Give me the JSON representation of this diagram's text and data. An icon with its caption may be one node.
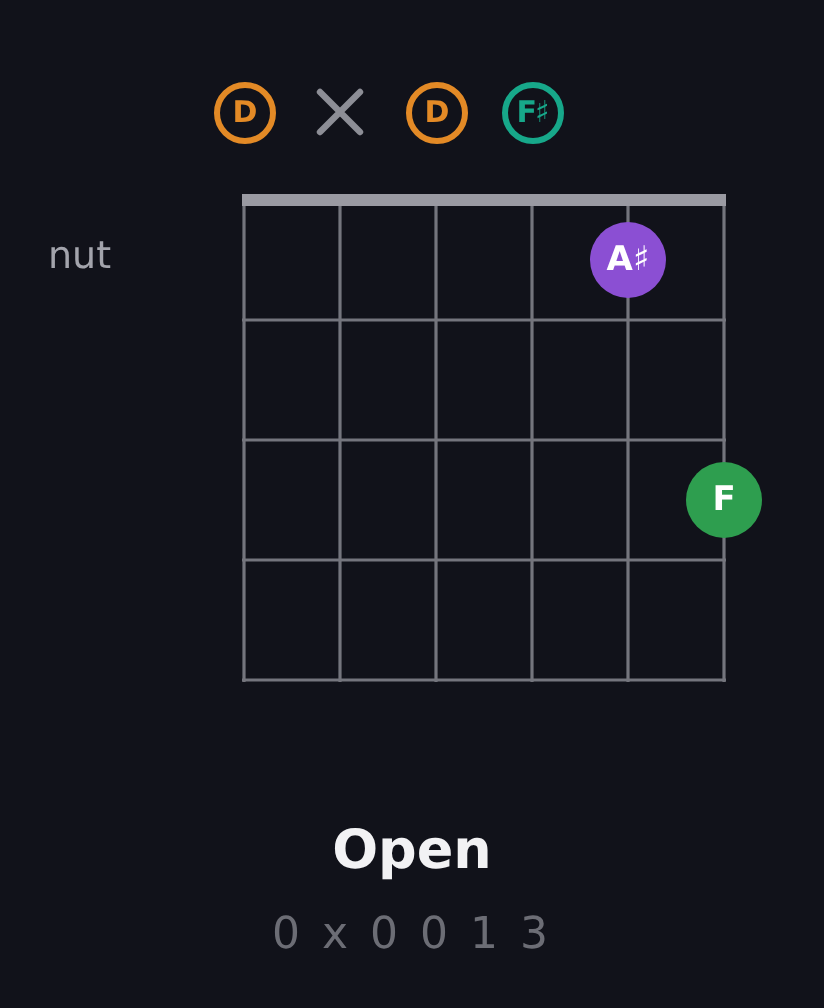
{
  "diagram": {
    "title": "Open",
    "nodes": [
      {
        "text": [
          "D"
        ]
      },
      {
        "text": [],
        "shape": "cross"
      },
      {
        "text": [
          "D"
        ]
      },
      {
        "text": [
          "F♯"
        ]
      },
      {
        "text": [
          "A♯"
        ]
      },
      {
        "text": [
          "F"
        ]
      }
    ],
    "labels": [
      "nut",
      "0 x 0 0 1 3"
    ]
  }
}
